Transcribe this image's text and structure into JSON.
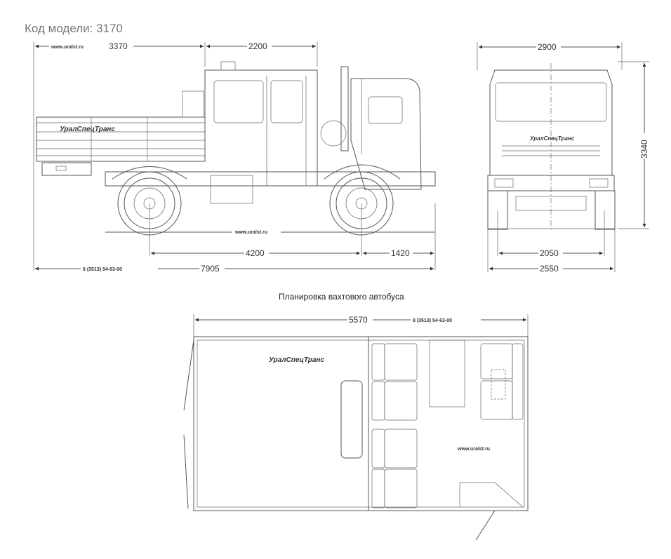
{
  "title": "Код модели: 3170",
  "side_view": {
    "dims": {
      "rear_overhang": "3370",
      "cab": "2200",
      "wheelbase": "4200",
      "front_overhang": "1420",
      "length": "7905"
    },
    "watermark_top": "www.uralst.ru",
    "watermark_ground": "www.uralst.ru",
    "phone": "8 (3513) 54-63-00",
    "logo": "УралСпецТранс"
  },
  "front_view": {
    "dims": {
      "width_top": "2900",
      "height": "3340",
      "track": "2050",
      "width": "2550"
    },
    "logo": "УралСпецТранс"
  },
  "plan_view": {
    "caption": "Планировка вахтового автобуса",
    "dims": {
      "length": "5570"
    },
    "phone": "8 (3513) 54-63-00",
    "watermark": "www.uralst.ru",
    "logo": "УралСпецТранс"
  }
}
